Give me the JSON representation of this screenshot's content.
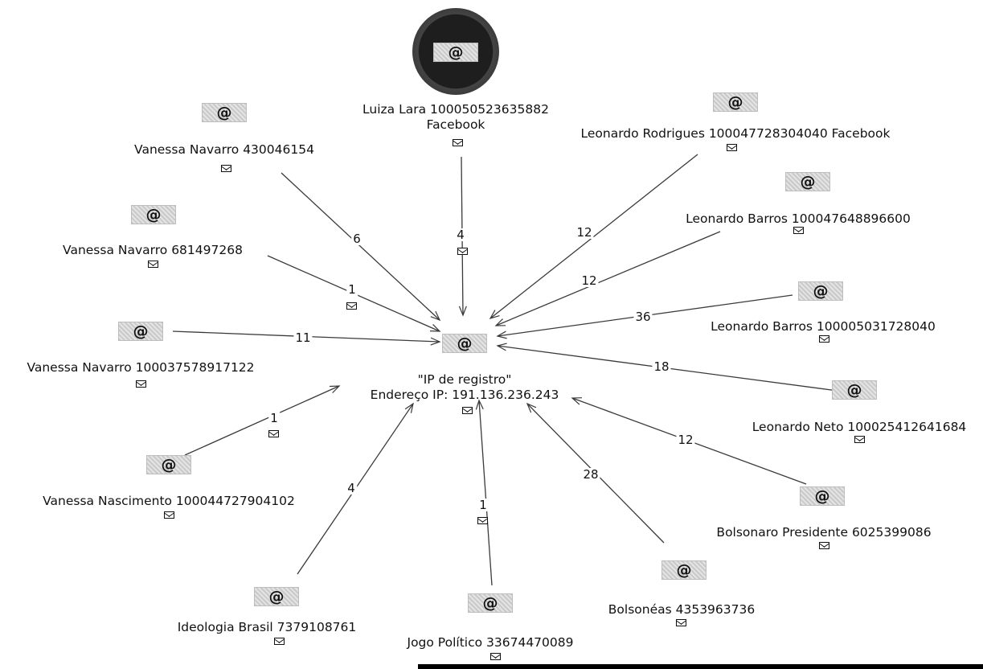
{
  "graph": {
    "center": {
      "title": "\"IP de registro\"",
      "subtitle": "Endereço IP: 191.136.236.243"
    },
    "nodes": [
      {
        "id": "luiza",
        "line1": "Luiza Lara 100050523635882",
        "line2": "Facebook",
        "count": "4",
        "direction": "in",
        "highlighted": true
      },
      {
        "id": "vanessa-430",
        "line1": "Vanessa Navarro 430046154",
        "line2": "",
        "count": "6",
        "direction": "in"
      },
      {
        "id": "leonardo-rodrigues",
        "line1": "Leonardo Rodrigues 100047728304040 Facebook",
        "line2": "",
        "count": "12",
        "direction": "in"
      },
      {
        "id": "leonardo-barros-1",
        "line1": "Leonardo Barros 100047648896600",
        "line2": "",
        "count": "12",
        "direction": "in"
      },
      {
        "id": "vanessa-681",
        "line1": "Vanessa Navarro 681497268",
        "line2": "",
        "count": "1",
        "direction": "in"
      },
      {
        "id": "leonardo-barros-2",
        "line1": "Leonardo Barros 100005031728040",
        "line2": "",
        "count": "36",
        "direction": "in"
      },
      {
        "id": "vanessa-1000",
        "line1": "Vanessa Navarro 100037578917122",
        "line2": "",
        "count": "11",
        "direction": "in"
      },
      {
        "id": "leonardo-neto",
        "line1": "Leonardo Neto 100025412641684",
        "line2": "",
        "count": "18",
        "direction": "in"
      },
      {
        "id": "vanessa-nascimento",
        "line1": "Vanessa Nascimento 100044727904102",
        "line2": "",
        "count": "1",
        "direction": "in"
      },
      {
        "id": "bolsonaro-presidente",
        "line1": "Bolsonaro Presidente 6025399086",
        "line2": "",
        "count": "12",
        "direction": "in"
      },
      {
        "id": "ideologia",
        "line1": "Ideologia Brasil 7379108761",
        "line2": "",
        "count": "4",
        "direction": "in"
      },
      {
        "id": "jogo",
        "line1": "Jogo Político 33674470089",
        "line2": "",
        "count": "1",
        "direction": "in"
      },
      {
        "id": "bolsoneas",
        "line1": "Bolsonéas 4353963736",
        "line2": "",
        "count": "28",
        "direction": "in"
      }
    ]
  },
  "icons": {
    "node": "at-sign-icon",
    "entity": "envelope-icon",
    "at_glyph": "@"
  }
}
